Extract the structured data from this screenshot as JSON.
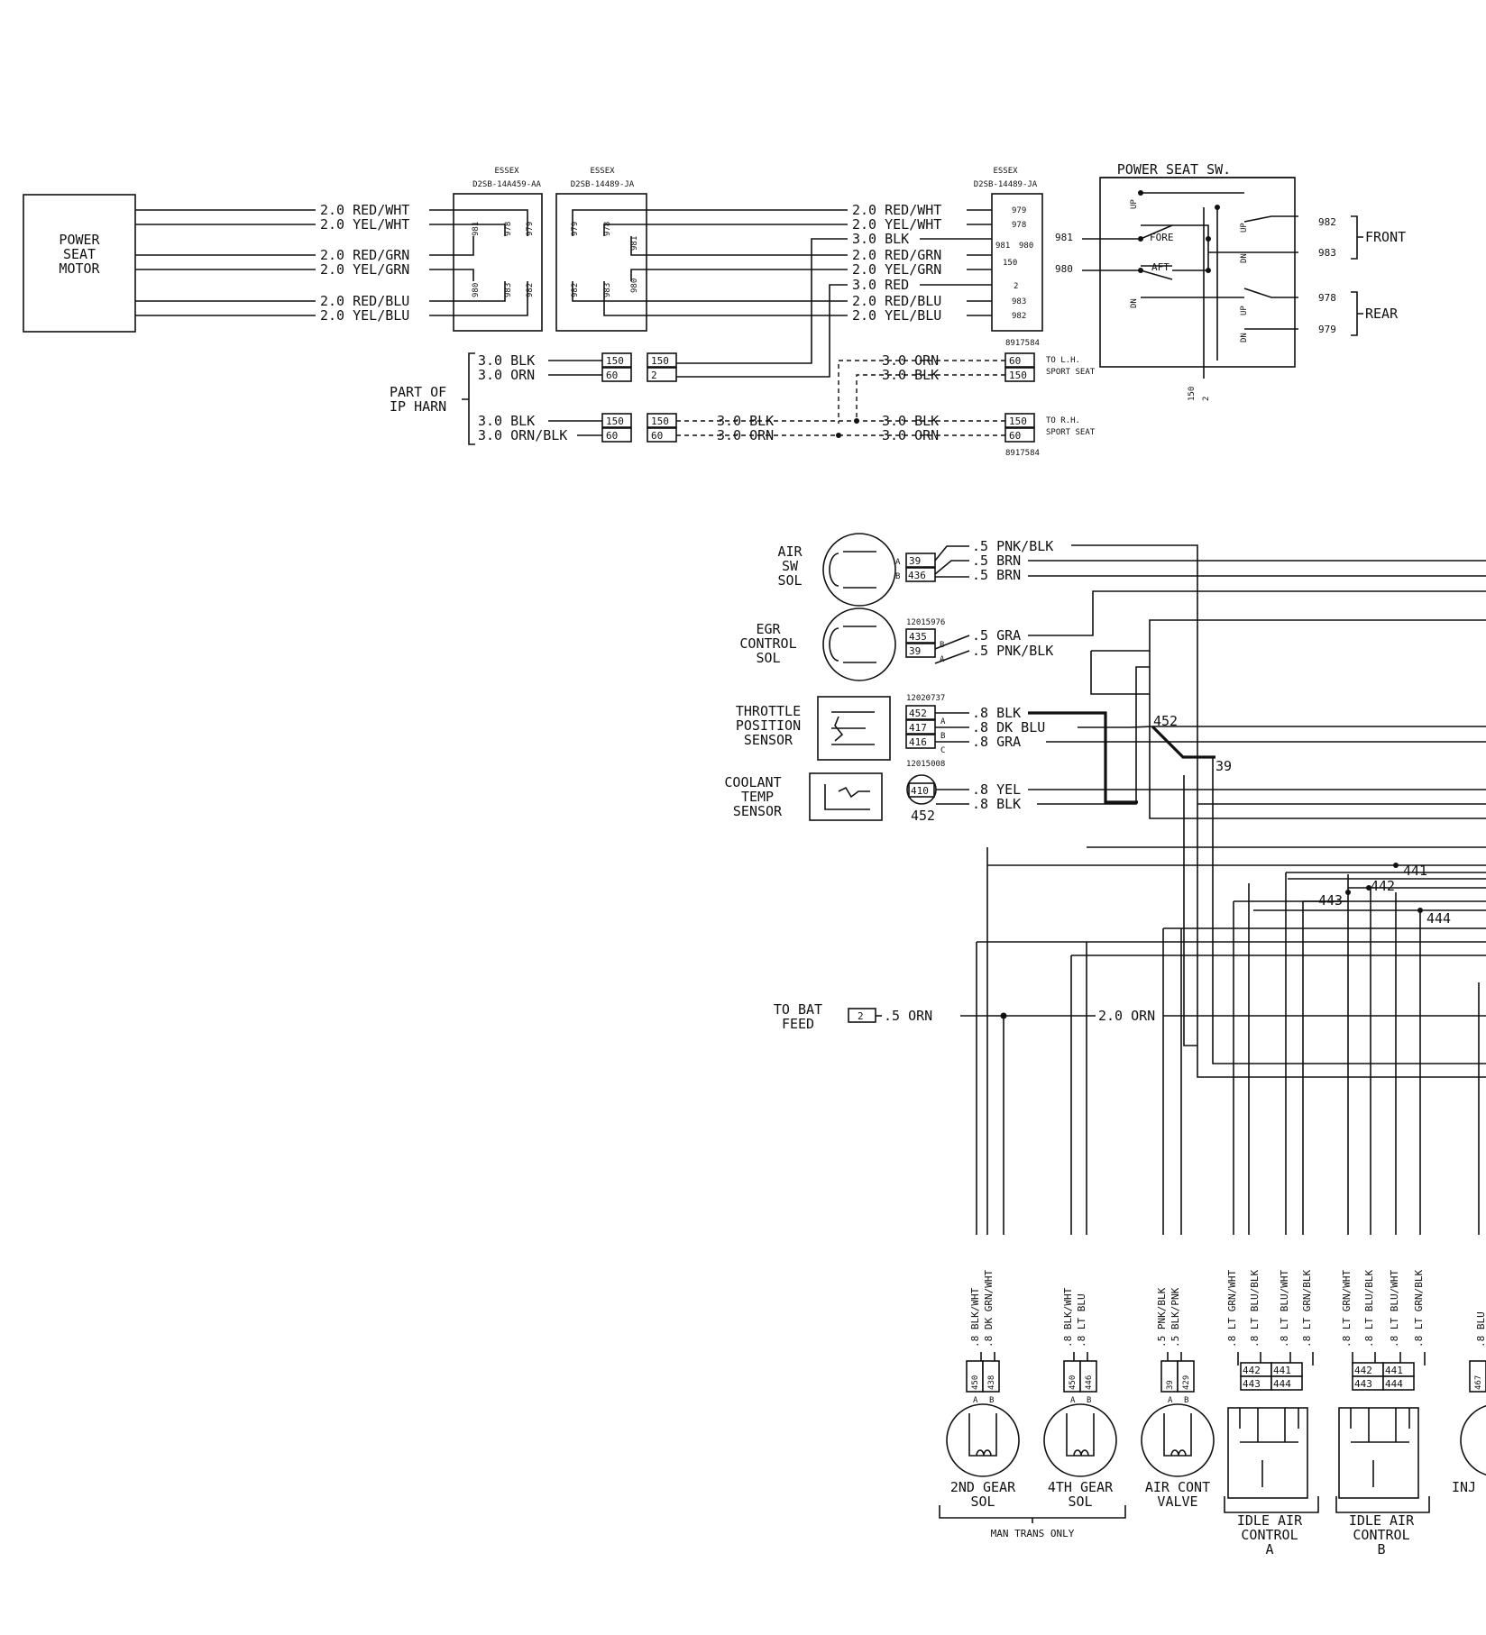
{
  "power_seat": {
    "motor_label": [
      "POWER",
      "SEAT",
      "MOTOR"
    ],
    "wires_left": [
      "2.0 RED/WHT",
      "2.0 YEL/WHT",
      "2.0 RED/GRN",
      "2.0 YEL/GRN",
      "2.0 RED/BLU",
      "2.0 YEL/BLU"
    ],
    "connector1": {
      "brand": "ESSEX",
      "part": "D2SB-14A459-AA",
      "pins": [
        "981",
        "978",
        "979",
        "980",
        "983",
        "982"
      ]
    },
    "connector2": {
      "brand": "ESSEX",
      "part": "D2SB-14489-JA",
      "pins": [
        "979",
        "978",
        "981",
        "980",
        "982",
        "983"
      ]
    },
    "wires_right": [
      "2.0 RED/WHT",
      "2.0 YEL/WHT",
      "3.0 BLK",
      "2.0 RED/GRN",
      "2.0 YEL/GRN",
      "3.0 RED",
      "2.0 RED/BLU",
      "2.0 YEL/BLU"
    ],
    "connector3": {
      "brand": "ESSEX",
      "part": "D2SB-14489-JA",
      "pins": [
        "979",
        "978",
        "981",
        "980",
        "150",
        "2",
        "983",
        "982"
      ]
    },
    "switch": {
      "title": "POWER SEAT SW.",
      "fore": "FORE",
      "aft": "AFT",
      "up": "UP",
      "dn": "DN",
      "in_left": [
        "981",
        "980"
      ],
      "out_right": [
        "982",
        "983",
        "978",
        "979"
      ],
      "front": "FRONT",
      "rear": "REAR",
      "bottom": [
        "150",
        "2"
      ]
    },
    "ip_harness": {
      "label": [
        "PART OF",
        "IP HARN"
      ],
      "wires": [
        "3.0 BLK",
        "3.0 ORN",
        "3.0 BLK",
        "3.0 ORN/BLK"
      ],
      "pins": [
        "150",
        "60",
        "150",
        "2",
        "150",
        "60",
        "150",
        "60"
      ],
      "jumpers": [
        "3.0 BLK",
        "3.0 ORN",
        "3.0 ORN",
        "3.0 BLK",
        "3.0 BLK",
        "3.0 ORN"
      ],
      "lh_part": "8917584",
      "lh_label": [
        "TO L.H.",
        "SPORT SEAT"
      ],
      "lh_pins": [
        "60",
        "150"
      ],
      "rh_part": "8917584",
      "rh_label": [
        "TO R.H.",
        "SPORT SEAT"
      ],
      "rh_pins": [
        "150",
        "60"
      ]
    }
  },
  "engine": {
    "air_sw_sol": {
      "label": [
        "AIR",
        "SW",
        "SOL"
      ],
      "pins": [
        "39",
        "436"
      ],
      "letters": [
        "A",
        "B"
      ],
      "wires": [
        ".5 PNK/BLK",
        ".5 BRN",
        ".5 BRN"
      ]
    },
    "egr": {
      "label": [
        "EGR",
        "CONTROL",
        "SOL"
      ],
      "part": "12015976",
      "pins": [
        "435",
        "39"
      ],
      "letters": [
        "B",
        "A"
      ],
      "wires": [
        ".5 GRA",
        ".5 PNK/BLK"
      ]
    },
    "tps": {
      "label": [
        "THROTTLE",
        "POSITION",
        "SENSOR"
      ],
      "part": "12020737",
      "pins": [
        "452",
        "417",
        "416"
      ],
      "letters": [
        "A",
        "B",
        "C"
      ],
      "wires": [
        ".8 BLK",
        ".8 DK BLU",
        ".8 GRA"
      ]
    },
    "coolant": {
      "label": [
        "COOLANT",
        "TEMP",
        "SENSOR"
      ],
      "part": "12015008",
      "pin": "410",
      "below": "452",
      "wires": [
        ".8 YEL",
        ".8 BLK"
      ]
    },
    "splices": [
      "452",
      "39",
      "441",
      "442",
      "443",
      "444"
    ],
    "bat_feed": {
      "label": [
        "TO BAT",
        "FEED"
      ],
      "pin": "2",
      "wire1": ".5 ORN",
      "wire2": "2.0 ORN"
    },
    "vertical_wires": [
      ".8 BLK/WHT",
      ".8 DK GRN/WHT",
      ".8 BLK/WHT",
      ".8 LT BLU",
      ".5 PNK/BLK",
      ".5 BLK/PNK",
      ".8 LT GRN/WHT",
      ".8 LT BLU/BLK",
      ".8 LT BLU/WHT",
      ".8 LT GRN/BLK",
      ".8 LT GRN/WHT",
      ".8 LT BLU/BLK",
      ".8 LT BLU/WHT",
      ".8 LT GRN/BLK",
      ".8 BLU"
    ],
    "sol2": {
      "label": [
        "2ND GEAR",
        "SOL"
      ],
      "pins": [
        "450",
        "438"
      ]
    },
    "sol4": {
      "label": [
        "4TH GEAR",
        "SOL"
      ],
      "pins": [
        "450",
        "446"
      ]
    },
    "air_cont": {
      "label": [
        "AIR CONT",
        "VALVE"
      ],
      "pins": [
        "39",
        "429"
      ]
    },
    "iac_a": {
      "label": [
        "IDLE AIR",
        "CONTROL",
        "A"
      ],
      "pins": [
        "442",
        "441",
        "443",
        "444"
      ]
    },
    "iac_b": {
      "label": [
        "IDLE AIR",
        "CONTROL",
        "B"
      ],
      "pins": [
        "442",
        "441",
        "443",
        "444"
      ]
    },
    "inj": {
      "label": "INJ",
      "pin": "467"
    },
    "ab": [
      "A",
      "B"
    ],
    "man_trans": "MAN TRANS ONLY"
  }
}
